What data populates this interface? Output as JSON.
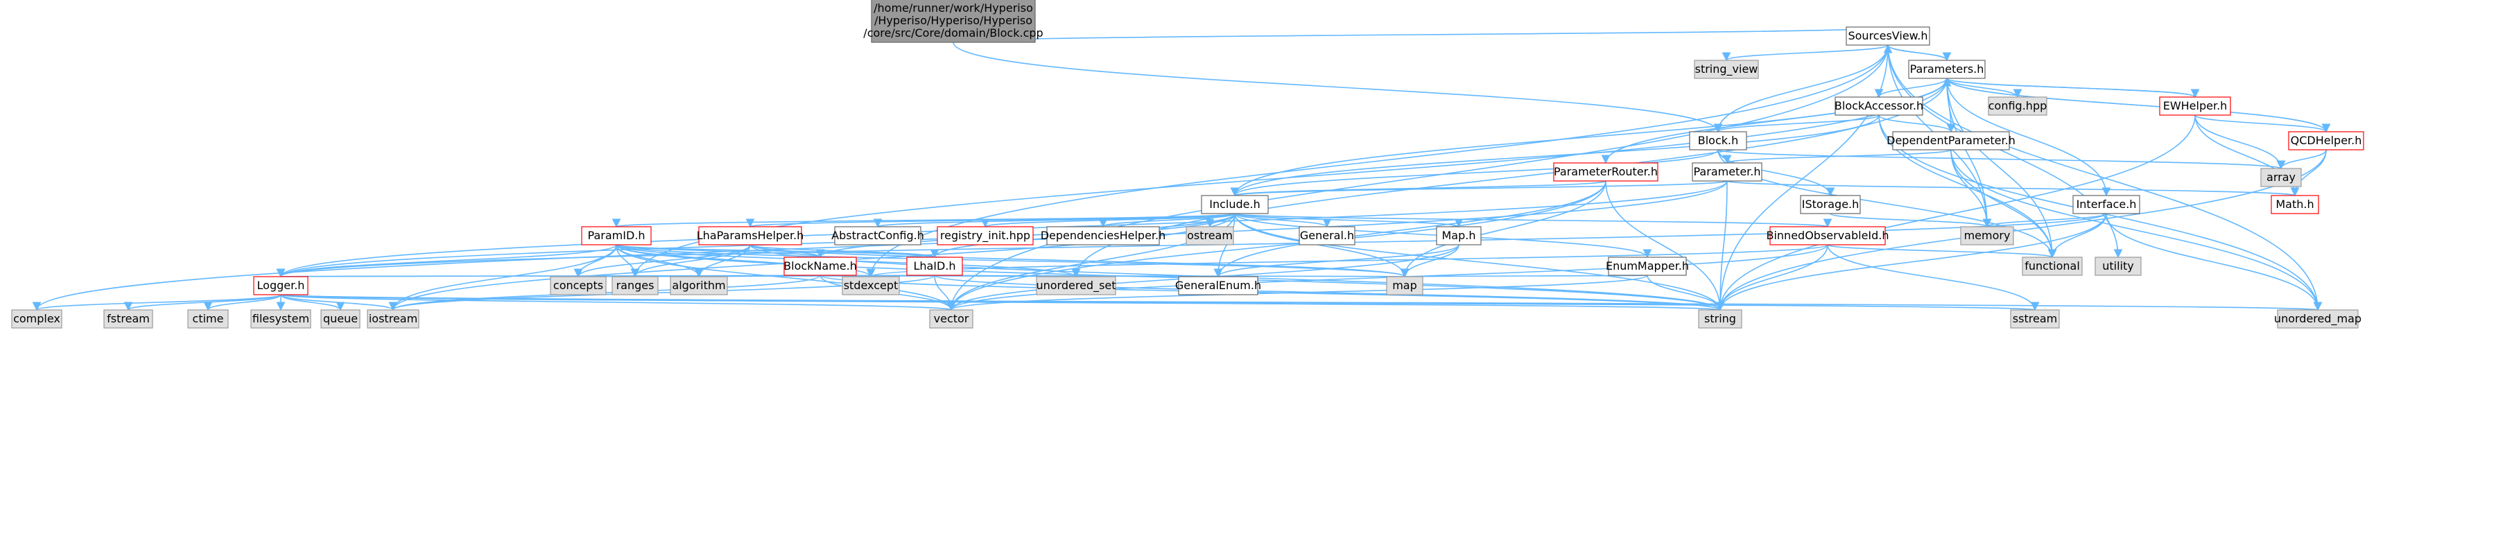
{
  "diagram": {
    "type": "include-dependency-graph",
    "root": "n_block_cpp",
    "colors": {
      "edge": "#63b8ff",
      "node_border": "#666666",
      "node_fill": "#ffffff",
      "root_fill": "#999999",
      "external_fill": "#e0e0e0",
      "red_border": "#ff0000",
      "red_text": "#ff0000"
    },
    "nodes": [
      {
        "id": "n_block_cpp",
        "lines": [
          "/home/runner/work/Hyperiso",
          "/Hyperiso/Hyperiso/Hyperiso",
          "/core/src/Core/domain/Block.cpp"
        ],
        "style": "root"
      },
      {
        "id": "n_sourcesview",
        "lines": [
          "SourcesView.h"
        ],
        "style": "normal"
      },
      {
        "id": "n_parameters",
        "lines": [
          "Parameters.h"
        ],
        "style": "normal"
      },
      {
        "id": "n_string_view",
        "lines": [
          "string_view"
        ],
        "style": "external"
      },
      {
        "id": "n_blockaccessor",
        "lines": [
          "BlockAccessor.h"
        ],
        "style": "normal"
      },
      {
        "id": "n_confighpp",
        "lines": [
          "config.hpp"
        ],
        "style": "external"
      },
      {
        "id": "n_ewhelper",
        "lines": [
          "EWHelper.h"
        ],
        "style": "red"
      },
      {
        "id": "n_qcdhelper",
        "lines": [
          "QCDHelper.h"
        ],
        "style": "red"
      },
      {
        "id": "n_block",
        "lines": [
          "Block.h"
        ],
        "style": "normal"
      },
      {
        "id": "n_dependentparameter",
        "lines": [
          "DependentParameter.h"
        ],
        "style": "normal"
      },
      {
        "id": "n_array",
        "lines": [
          "array"
        ],
        "style": "external"
      },
      {
        "id": "n_parameterrouter",
        "lines": [
          "ParameterRouter.h"
        ],
        "style": "red"
      },
      {
        "id": "n_parameter",
        "lines": [
          "Parameter.h"
        ],
        "style": "normal"
      },
      {
        "id": "n_istorage",
        "lines": [
          "IStorage.h"
        ],
        "style": "normal"
      },
      {
        "id": "n_interface",
        "lines": [
          "Interface.h"
        ],
        "style": "normal"
      },
      {
        "id": "n_math",
        "lines": [
          "Math.h"
        ],
        "style": "red"
      },
      {
        "id": "n_include",
        "lines": [
          "Include.h"
        ],
        "style": "normal"
      },
      {
        "id": "n_memory",
        "lines": [
          "memory"
        ],
        "style": "external"
      },
      {
        "id": "n_paramid",
        "lines": [
          "ParamID.h"
        ],
        "style": "red"
      },
      {
        "id": "n_lhaparamshelper",
        "lines": [
          "LhaParamsHelper.h"
        ],
        "style": "red"
      },
      {
        "id": "n_abstractconfig",
        "lines": [
          "AbstractConfig.h"
        ],
        "style": "normal"
      },
      {
        "id": "n_registryinit",
        "lines": [
          "registry_init.hpp"
        ],
        "style": "red"
      },
      {
        "id": "n_dependencieshelper",
        "lines": [
          "DependenciesHelper.h"
        ],
        "style": "normal"
      },
      {
        "id": "n_ostream",
        "lines": [
          "ostream"
        ],
        "style": "external"
      },
      {
        "id": "n_general",
        "lines": [
          "General.h"
        ],
        "style": "normal"
      },
      {
        "id": "n_map_h",
        "lines": [
          "Map.h"
        ],
        "style": "normal"
      },
      {
        "id": "n_binnedobs",
        "lines": [
          "BinnedObservableId.h"
        ],
        "style": "red"
      },
      {
        "id": "n_functional",
        "lines": [
          "functional"
        ],
        "style": "external"
      },
      {
        "id": "n_utility",
        "lines": [
          "utility"
        ],
        "style": "external"
      },
      {
        "id": "n_blockname",
        "lines": [
          "BlockName.h"
        ],
        "style": "red"
      },
      {
        "id": "n_lhaid",
        "lines": [
          "LhaID.h"
        ],
        "style": "red"
      },
      {
        "id": "n_enummapper",
        "lines": [
          "EnumMapper.h"
        ],
        "style": "normal"
      },
      {
        "id": "n_logger",
        "lines": [
          "Logger.h"
        ],
        "style": "red"
      },
      {
        "id": "n_concepts",
        "lines": [
          "concepts"
        ],
        "style": "external"
      },
      {
        "id": "n_ranges",
        "lines": [
          "ranges"
        ],
        "style": "external"
      },
      {
        "id": "n_algorithm",
        "lines": [
          "algorithm"
        ],
        "style": "external"
      },
      {
        "id": "n_stdexcept",
        "lines": [
          "stdexcept"
        ],
        "style": "external"
      },
      {
        "id": "n_unordered_set",
        "lines": [
          "unordered_set"
        ],
        "style": "external"
      },
      {
        "id": "n_generalenum",
        "lines": [
          "GeneralEnum.h"
        ],
        "style": "normal"
      },
      {
        "id": "n_map",
        "lines": [
          "map"
        ],
        "style": "external"
      },
      {
        "id": "n_complex",
        "lines": [
          "complex"
        ],
        "style": "external"
      },
      {
        "id": "n_fstream",
        "lines": [
          "fstream"
        ],
        "style": "external"
      },
      {
        "id": "n_ctime",
        "lines": [
          "ctime"
        ],
        "style": "external"
      },
      {
        "id": "n_filesystem",
        "lines": [
          "filesystem"
        ],
        "style": "external"
      },
      {
        "id": "n_queue",
        "lines": [
          "queue"
        ],
        "style": "external"
      },
      {
        "id": "n_iostream",
        "lines": [
          "iostream"
        ],
        "style": "external"
      },
      {
        "id": "n_vector",
        "lines": [
          "vector"
        ],
        "style": "external"
      },
      {
        "id": "n_string",
        "lines": [
          "string"
        ],
        "style": "external"
      },
      {
        "id": "n_sstream",
        "lines": [
          "sstream"
        ],
        "style": "external"
      },
      {
        "id": "n_unordered_map",
        "lines": [
          "unordered_map"
        ],
        "style": "external"
      }
    ],
    "edges": [
      [
        "n_block_cpp",
        "n_sourcesview"
      ],
      [
        "n_block_cpp",
        "n_block"
      ],
      [
        "n_sourcesview",
        "n_parameters"
      ],
      [
        "n_sourcesview",
        "n_string_view"
      ],
      [
        "n_sourcesview",
        "n_block"
      ],
      [
        "n_sourcesview",
        "n_memory"
      ],
      [
        "n_sourcesview",
        "n_string"
      ],
      [
        "n_sourcesview",
        "n_utility"
      ],
      [
        "n_sourcesview",
        "n_unordered_map"
      ],
      [
        "n_sourcesview",
        "n_vector"
      ],
      [
        "n_sourcesview",
        "n_stdexcept"
      ],
      [
        "n_parameters",
        "n_sourcesview"
      ],
      [
        "n_parameters",
        "n_blockaccessor"
      ],
      [
        "n_parameters",
        "n_confighpp"
      ],
      [
        "n_parameters",
        "n_ewhelper"
      ],
      [
        "n_parameters",
        "n_qcdhelper"
      ],
      [
        "n_parameters",
        "n_dependentparameter"
      ],
      [
        "n_parameters",
        "n_interface"
      ],
      [
        "n_parameters",
        "n_parameterrouter"
      ],
      [
        "n_parameters",
        "n_include"
      ],
      [
        "n_parameters",
        "n_memory"
      ],
      [
        "n_parameters",
        "n_functional"
      ],
      [
        "n_parameters",
        "n_unordered_set"
      ],
      [
        "n_parameters",
        "n_ranges"
      ],
      [
        "n_blockaccessor",
        "n_block"
      ],
      [
        "n_blockaccessor",
        "n_dependentparameter"
      ],
      [
        "n_blockaccessor",
        "n_include"
      ],
      [
        "n_blockaccessor",
        "n_functional"
      ],
      [
        "n_blockaccessor",
        "n_unordered_map"
      ],
      [
        "n_ewhelper",
        "n_parameters"
      ],
      [
        "n_ewhelper",
        "n_qcdhelper"
      ],
      [
        "n_ewhelper",
        "n_array"
      ],
      [
        "n_ewhelper",
        "n_math"
      ],
      [
        "n_ewhelper",
        "n_string"
      ],
      [
        "n_qcdhelper",
        "n_parameters"
      ],
      [
        "n_qcdhelper",
        "n_array"
      ],
      [
        "n_qcdhelper",
        "n_math"
      ],
      [
        "n_qcdhelper",
        "n_string"
      ],
      [
        "n_block",
        "n_parameter"
      ],
      [
        "n_block",
        "n_istorage"
      ],
      [
        "n_block",
        "n_include"
      ],
      [
        "n_block",
        "n_array"
      ],
      [
        "n_block",
        "n_functional"
      ],
      [
        "n_dependentparameter",
        "n_parameter"
      ],
      [
        "n_dependentparameter",
        "n_memory"
      ],
      [
        "n_dependentparameter",
        "n_functional"
      ],
      [
        "n_dependentparameter",
        "n_unordered_map"
      ],
      [
        "n_parameterrouter",
        "n_include"
      ],
      [
        "n_parameterrouter",
        "n_map"
      ],
      [
        "n_parameterrouter",
        "n_string"
      ],
      [
        "n_parameterrouter",
        "n_vector"
      ],
      [
        "n_parameterrouter",
        "n_generalenum"
      ],
      [
        "n_parameter",
        "n_include"
      ],
      [
        "n_parameter",
        "n_math"
      ],
      [
        "n_parameter",
        "n_logger"
      ],
      [
        "n_parameter",
        "n_string"
      ],
      [
        "n_parameter",
        "n_complex"
      ],
      [
        "n_istorage",
        "n_memory"
      ],
      [
        "n_interface",
        "n_memory"
      ],
      [
        "n_interface",
        "n_functional"
      ],
      [
        "n_interface",
        "n_string"
      ],
      [
        "n_interface",
        "n_unordered_map"
      ],
      [
        "n_interface",
        "n_logger"
      ],
      [
        "n_include",
        "n_paramid"
      ],
      [
        "n_include",
        "n_lhaparamshelper"
      ],
      [
        "n_include",
        "n_abstractconfig"
      ],
      [
        "n_include",
        "n_registryinit"
      ],
      [
        "n_include",
        "n_dependencieshelper"
      ],
      [
        "n_include",
        "n_ostream"
      ],
      [
        "n_include",
        "n_general"
      ],
      [
        "n_include",
        "n_map_h"
      ],
      [
        "n_include",
        "n_binnedobs"
      ],
      [
        "n_include",
        "n_enummapper"
      ],
      [
        "n_include",
        "n_blockname"
      ],
      [
        "n_include",
        "n_lhaid"
      ],
      [
        "n_include",
        "n_logger"
      ],
      [
        "n_include",
        "n_generalenum"
      ],
      [
        "n_include",
        "n_string"
      ],
      [
        "n_include",
        "n_vector"
      ],
      [
        "n_include",
        "n_map"
      ],
      [
        "n_include",
        "n_iostream"
      ],
      [
        "n_paramid",
        "n_blockname"
      ],
      [
        "n_paramid",
        "n_lhaid"
      ],
      [
        "n_paramid",
        "n_logger"
      ],
      [
        "n_paramid",
        "n_concepts"
      ],
      [
        "n_paramid",
        "n_ranges"
      ],
      [
        "n_paramid",
        "n_algorithm"
      ],
      [
        "n_paramid",
        "n_stdexcept"
      ],
      [
        "n_paramid",
        "n_unordered_set"
      ],
      [
        "n_paramid",
        "n_map"
      ],
      [
        "n_paramid",
        "n_string"
      ],
      [
        "n_paramid",
        "n_vector"
      ],
      [
        "n_paramid",
        "n_iostream"
      ],
      [
        "n_lhaparamshelper",
        "n_blockname"
      ],
      [
        "n_lhaparamshelper",
        "n_lhaid"
      ],
      [
        "n_lhaparamshelper",
        "n_ranges"
      ],
      [
        "n_lhaparamshelper",
        "n_algorithm"
      ],
      [
        "n_lhaparamshelper",
        "n_concepts"
      ],
      [
        "n_lhaparamshelper",
        "n_string"
      ],
      [
        "n_lhaparamshelper",
        "n_map"
      ],
      [
        "n_map_h",
        "n_map"
      ],
      [
        "n_map_h",
        "n_vector"
      ],
      [
        "n_map_h",
        "n_generalenum"
      ],
      [
        "n_binnedobs",
        "n_string"
      ],
      [
        "n_binnedobs",
        "n_vector"
      ],
      [
        "n_binnedobs",
        "n_functional"
      ],
      [
        "n_binnedobs",
        "n_sstream"
      ],
      [
        "n_binnedobs",
        "n_stdexcept"
      ],
      [
        "n_enummapper",
        "n_map"
      ],
      [
        "n_enummapper",
        "n_string"
      ],
      [
        "n_enummapper",
        "n_vector"
      ],
      [
        "n_blockname",
        "n_logger"
      ],
      [
        "n_blockname",
        "n_concepts"
      ],
      [
        "n_blockname",
        "n_ranges"
      ],
      [
        "n_blockname",
        "n_algorithm"
      ],
      [
        "n_blockname",
        "n_stdexcept"
      ],
      [
        "n_blockname",
        "n_unordered_set"
      ],
      [
        "n_blockname",
        "n_generalenum"
      ],
      [
        "n_blockname",
        "n_map"
      ],
      [
        "n_blockname",
        "n_string"
      ],
      [
        "n_blockname",
        "n_vector"
      ],
      [
        "n_blockname",
        "n_iostream"
      ],
      [
        "n_lhaid",
        "n_logger"
      ],
      [
        "n_lhaid",
        "n_concepts"
      ],
      [
        "n_lhaid",
        "n_ranges"
      ],
      [
        "n_lhaid",
        "n_algorithm"
      ],
      [
        "n_lhaid",
        "n_stdexcept"
      ],
      [
        "n_lhaid",
        "n_unordered_set"
      ],
      [
        "n_lhaid",
        "n_generalenum"
      ],
      [
        "n_lhaid",
        "n_string"
      ],
      [
        "n_lhaid",
        "n_vector"
      ],
      [
        "n_lhaid",
        "n_iostream"
      ],
      [
        "n_logger",
        "n_complex"
      ],
      [
        "n_logger",
        "n_fstream"
      ],
      [
        "n_logger",
        "n_ctime"
      ],
      [
        "n_logger",
        "n_filesystem"
      ],
      [
        "n_logger",
        "n_queue"
      ],
      [
        "n_logger",
        "n_iostream"
      ],
      [
        "n_logger",
        "n_vector"
      ],
      [
        "n_logger",
        "n_string"
      ],
      [
        "n_logger",
        "n_sstream"
      ],
      [
        "n_logger",
        "n_unordered_map"
      ]
    ]
  }
}
